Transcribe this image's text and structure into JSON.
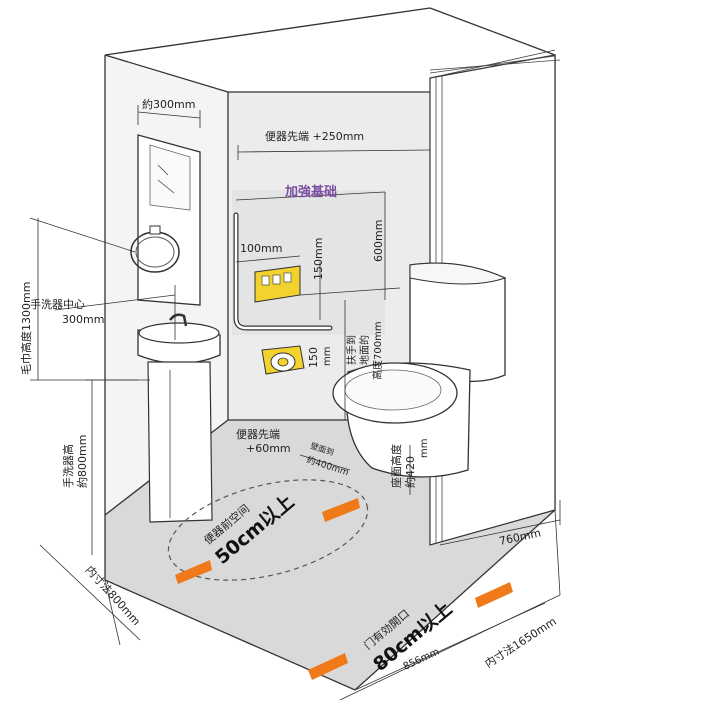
{
  "colors": {
    "accent_orange": "#f07a1a",
    "reinforce_purple": "#7a4fa3",
    "fixture_yellow": "#f2d22e",
    "floor_gray": "#d9d9d9",
    "wall_gray": "#ececec"
  },
  "labels": {
    "about_300": "約300mm",
    "toilet_tip_250": "便器先端 +250mm",
    "reinforce": "加強基础",
    "d100": "100mm",
    "d150a": "150mm",
    "d600": "600mm",
    "sink_center_a": "手洗器中心",
    "sink_center_b": "300mm",
    "towel_height": "毛巾高度1300mm",
    "d150b_a": "150",
    "d150b_b": "mm",
    "handrail_a": "扶手到",
    "handrail_b": "地面的",
    "handrail_c": "高度700mm",
    "sink_height_a": "手洗器高",
    "sink_height_b": "約800mm",
    "toilet_tip_60_a": "便器先端",
    "toilet_tip_60_b": "+60mm",
    "gap_a": "壁面到",
    "gap_b": "約400mm",
    "seat_height_a": "座面高度",
    "seat_height_b": "約420",
    "seat_height_c": "mm",
    "d760": "760mm",
    "front_space_a": "便器前空间",
    "front_space_b": "50cm以上",
    "inner_800": "内寸法800mm",
    "door_a": "门有効開口",
    "door_b": "80cm以上",
    "d856": "856mm",
    "inner_1650": "内寸法1650mm"
  }
}
